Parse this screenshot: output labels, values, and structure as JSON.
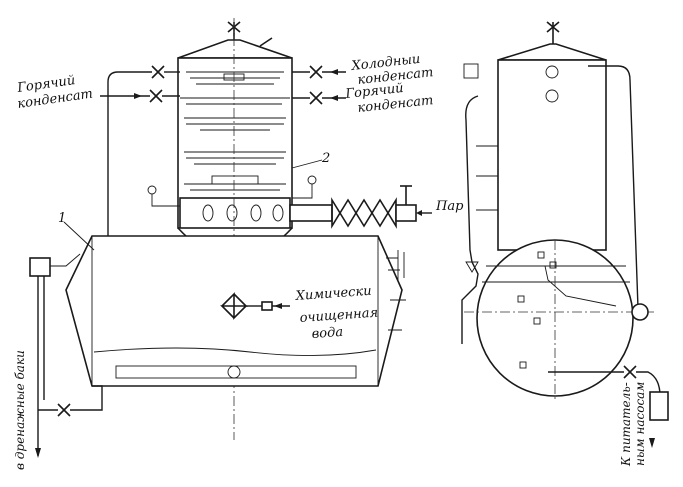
{
  "labels": {
    "hot_condensate_left": [
      "Горячий",
      "конденсат"
    ],
    "cold_condensate": [
      "Холодныu",
      "конденсат"
    ],
    "hot_condensate_right": [
      "Горячий",
      "конденсат"
    ],
    "marker_2": "2",
    "marker_1": "1",
    "steam": "Пар",
    "chem_water": [
      "Химически",
      "очищенная",
      "вода"
    ],
    "drain": "в дренажные баки",
    "to_boiler": [
      "К питатель-",
      "ным насосам"
    ]
  },
  "colors": {
    "ink": "#1a1a1a",
    "paper": "#ffffff"
  }
}
